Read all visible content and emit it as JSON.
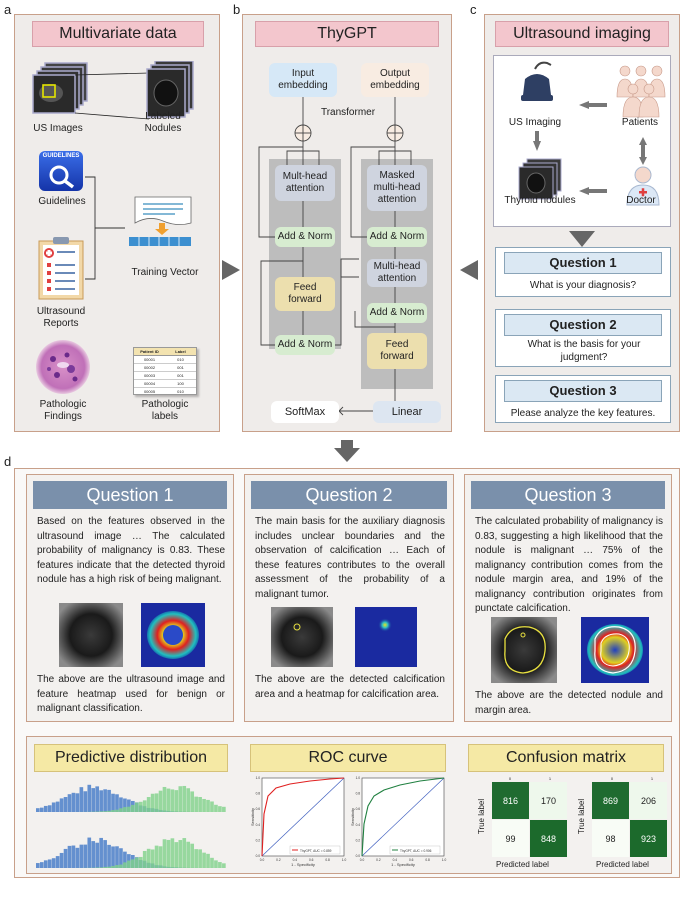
{
  "letters": {
    "a": "a",
    "b": "b",
    "c": "c",
    "d": "d"
  },
  "panel_a": {
    "title": "Multivariate data",
    "us_images": "US Images",
    "labeled_nodules": "Labeled\nNodules",
    "guidelines": "Guidelines",
    "guidelines_icon_text": "GUIDELINES",
    "training_vector": "Training Vector",
    "ultrasound_reports": "Ultrasound\nReports",
    "pathologic_findings": "Pathologic\nFindings",
    "pathologic_labels": "Pathologic\nlabels",
    "table_headers": [
      "Patient ID",
      "Label"
    ],
    "table_rows": [
      [
        "00001",
        "010"
      ],
      [
        "00002",
        "001"
      ],
      [
        "00003",
        "001"
      ],
      [
        "00004",
        "100"
      ],
      [
        "00005",
        "010"
      ]
    ]
  },
  "panel_b": {
    "title": "ThyGPT",
    "input_embedding": "Input\nembedding",
    "output_embedding": "Output\nembedding",
    "transformer": "Transformer",
    "enc_attention": "Mult-head\nattention",
    "enc_addnorm1": "Add & Norm",
    "enc_ff": "Feed\nforward",
    "enc_addnorm2": "Add & Norm",
    "dec_masked": "Masked\nmulti-head\nattention",
    "dec_addnorm1": "Add & Norm",
    "dec_attention": "Multi-head\nattention",
    "dec_addnorm2": "Add & Norm",
    "dec_ff": "Feed\nforward",
    "softmax": "SoftMax",
    "linear": "Linear"
  },
  "panel_c": {
    "title": "Ultrasound imaging",
    "us_imaging": "US Imaging",
    "patients": "Patients",
    "thyroid_nodules": "Thyroid nodules",
    "doctor": "Doctor",
    "questions": [
      {
        "head": "Question 1",
        "text": "What is your diagnosis?"
      },
      {
        "head": "Question 2",
        "text": "What is the basis for your judgment?"
      },
      {
        "head": "Question 3",
        "text": "Please analyze the key features."
      }
    ]
  },
  "panel_d": {
    "cards": [
      {
        "head": "Question 1",
        "text": "Based on the features observed in the ultrasound image … The calculated probability of malignancy is 0.83. These features indicate that the detected thyroid nodule has a high risk of being malignant.",
        "caption": "The above are the ultrasound image and feature heatmap used for benign or malignant classification."
      },
      {
        "head": "Question 2",
        "text": "The main basis for the auxiliary diagnosis includes unclear boundaries and the observation of calcification … Each of these features contributes to the overall assessment of the probability of a malignant tumor.",
        "caption": "The above are the detected calcification area and a heatmap for calcification area."
      },
      {
        "head": "Question 3",
        "text": "The calculated probability of malignancy is 0.83, suggesting a high likelihood that the nodule is malignant … 75% of the malignancy contribution comes from the nodule margin area, and 19% of the malignancy contribution originates from punctate calcification.",
        "caption": "The above are the detected nodule and margin area."
      }
    ],
    "bottom": {
      "predictive": "Predictive distribution",
      "roc": "ROC curve",
      "confusion": "Confusion matrix",
      "roc_xlabel": "1 - Specificity",
      "roc_ylabel": "Sensitivity",
      "roc_ticks": [
        "0.0",
        "0.2",
        "0.4",
        "0.6",
        "0.8",
        "1.0"
      ],
      "roc_legend1": "ThyGPT, AUC = 0.859",
      "roc_legend2": "ThyGPT, AUC = 0.906",
      "cm_true": "True label",
      "cm_pred": "Predicted label",
      "cm1": [
        816,
        170,
        99,
        848
      ],
      "cm2": [
        869,
        206,
        98,
        923
      ],
      "cm_ticks": [
        "0",
        "1"
      ]
    }
  },
  "colors": {
    "panel_border": "#c8a08a",
    "pink": "#f3c6cd",
    "blue_head": "#7a90ab",
    "yellow": "#f5e9a5",
    "hist_blue": "#4a7fc9",
    "hist_green": "#7fd28a",
    "cm_dark": "#1f6b30",
    "cm_light": "#eef8ec"
  }
}
